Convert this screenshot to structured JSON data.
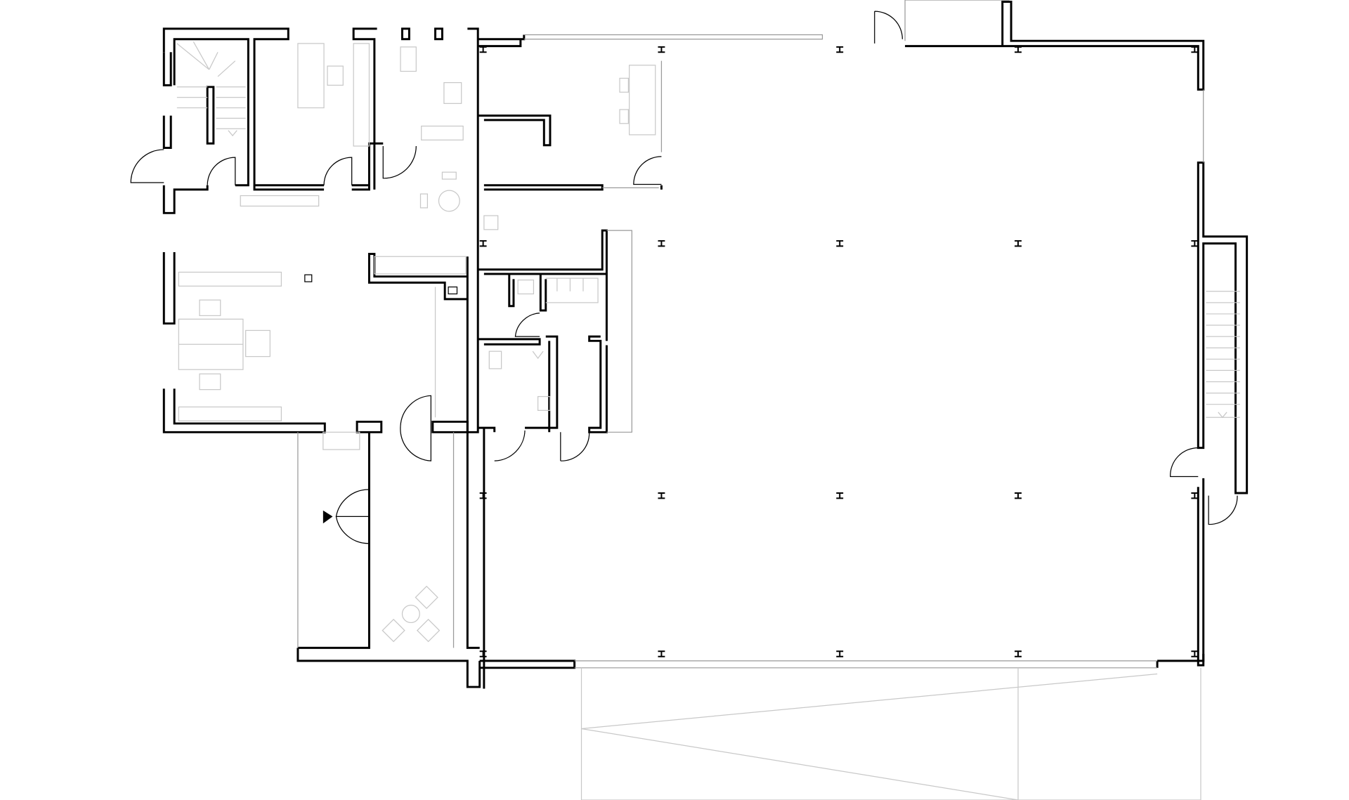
{
  "colors": {
    "wall": "#000000",
    "furniture": "#c8c8c8",
    "glazing": "#999999",
    "background": "#ffffff"
  },
  "columns": {
    "x": [
      555,
      760,
      965,
      1170,
      1373
    ],
    "y": [
      57,
      280,
      570,
      752
    ]
  }
}
